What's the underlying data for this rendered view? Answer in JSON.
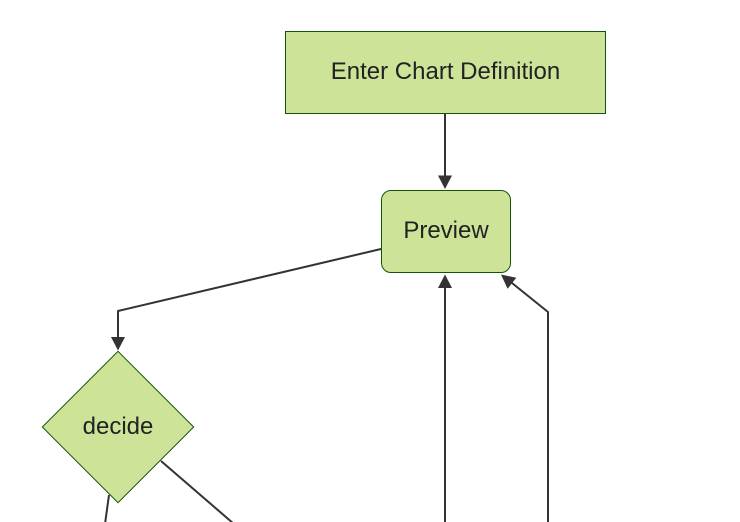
{
  "diagram": {
    "type": "flowchart",
    "direction": "top-down",
    "nodes": [
      {
        "id": "enter-chart-definition",
        "label": "Enter Chart Definition",
        "shape": "rectangle"
      },
      {
        "id": "preview",
        "label": "Preview",
        "shape": "rounded-rectangle"
      },
      {
        "id": "decide",
        "label": "decide",
        "shape": "diamond"
      }
    ],
    "edges": [
      {
        "from": "enter-chart-definition",
        "to": "preview",
        "arrowhead": true
      },
      {
        "from": "preview",
        "to": "decide",
        "arrowhead": true
      },
      {
        "from": "decide",
        "to": "offscreen-bottom-left",
        "arrowhead": false,
        "note": "cropped at bottom edge"
      },
      {
        "from": "decide",
        "to": "offscreen-bottom-right",
        "arrowhead": false,
        "note": "cropped at bottom edge"
      },
      {
        "from": "offscreen-bottom",
        "to": "preview",
        "arrowhead": true,
        "note": "vertical return edge into Preview bottom"
      },
      {
        "from": "offscreen-bottom-right",
        "to": "preview",
        "arrowhead": true,
        "note": "return edge into Preview bottom-right corner"
      }
    ]
  },
  "theme": {
    "node_fill": "#cde498",
    "node_border": "#13540c",
    "edge_color": "#333333",
    "label_color": "#222222",
    "canvas_background": "#ffffff"
  }
}
